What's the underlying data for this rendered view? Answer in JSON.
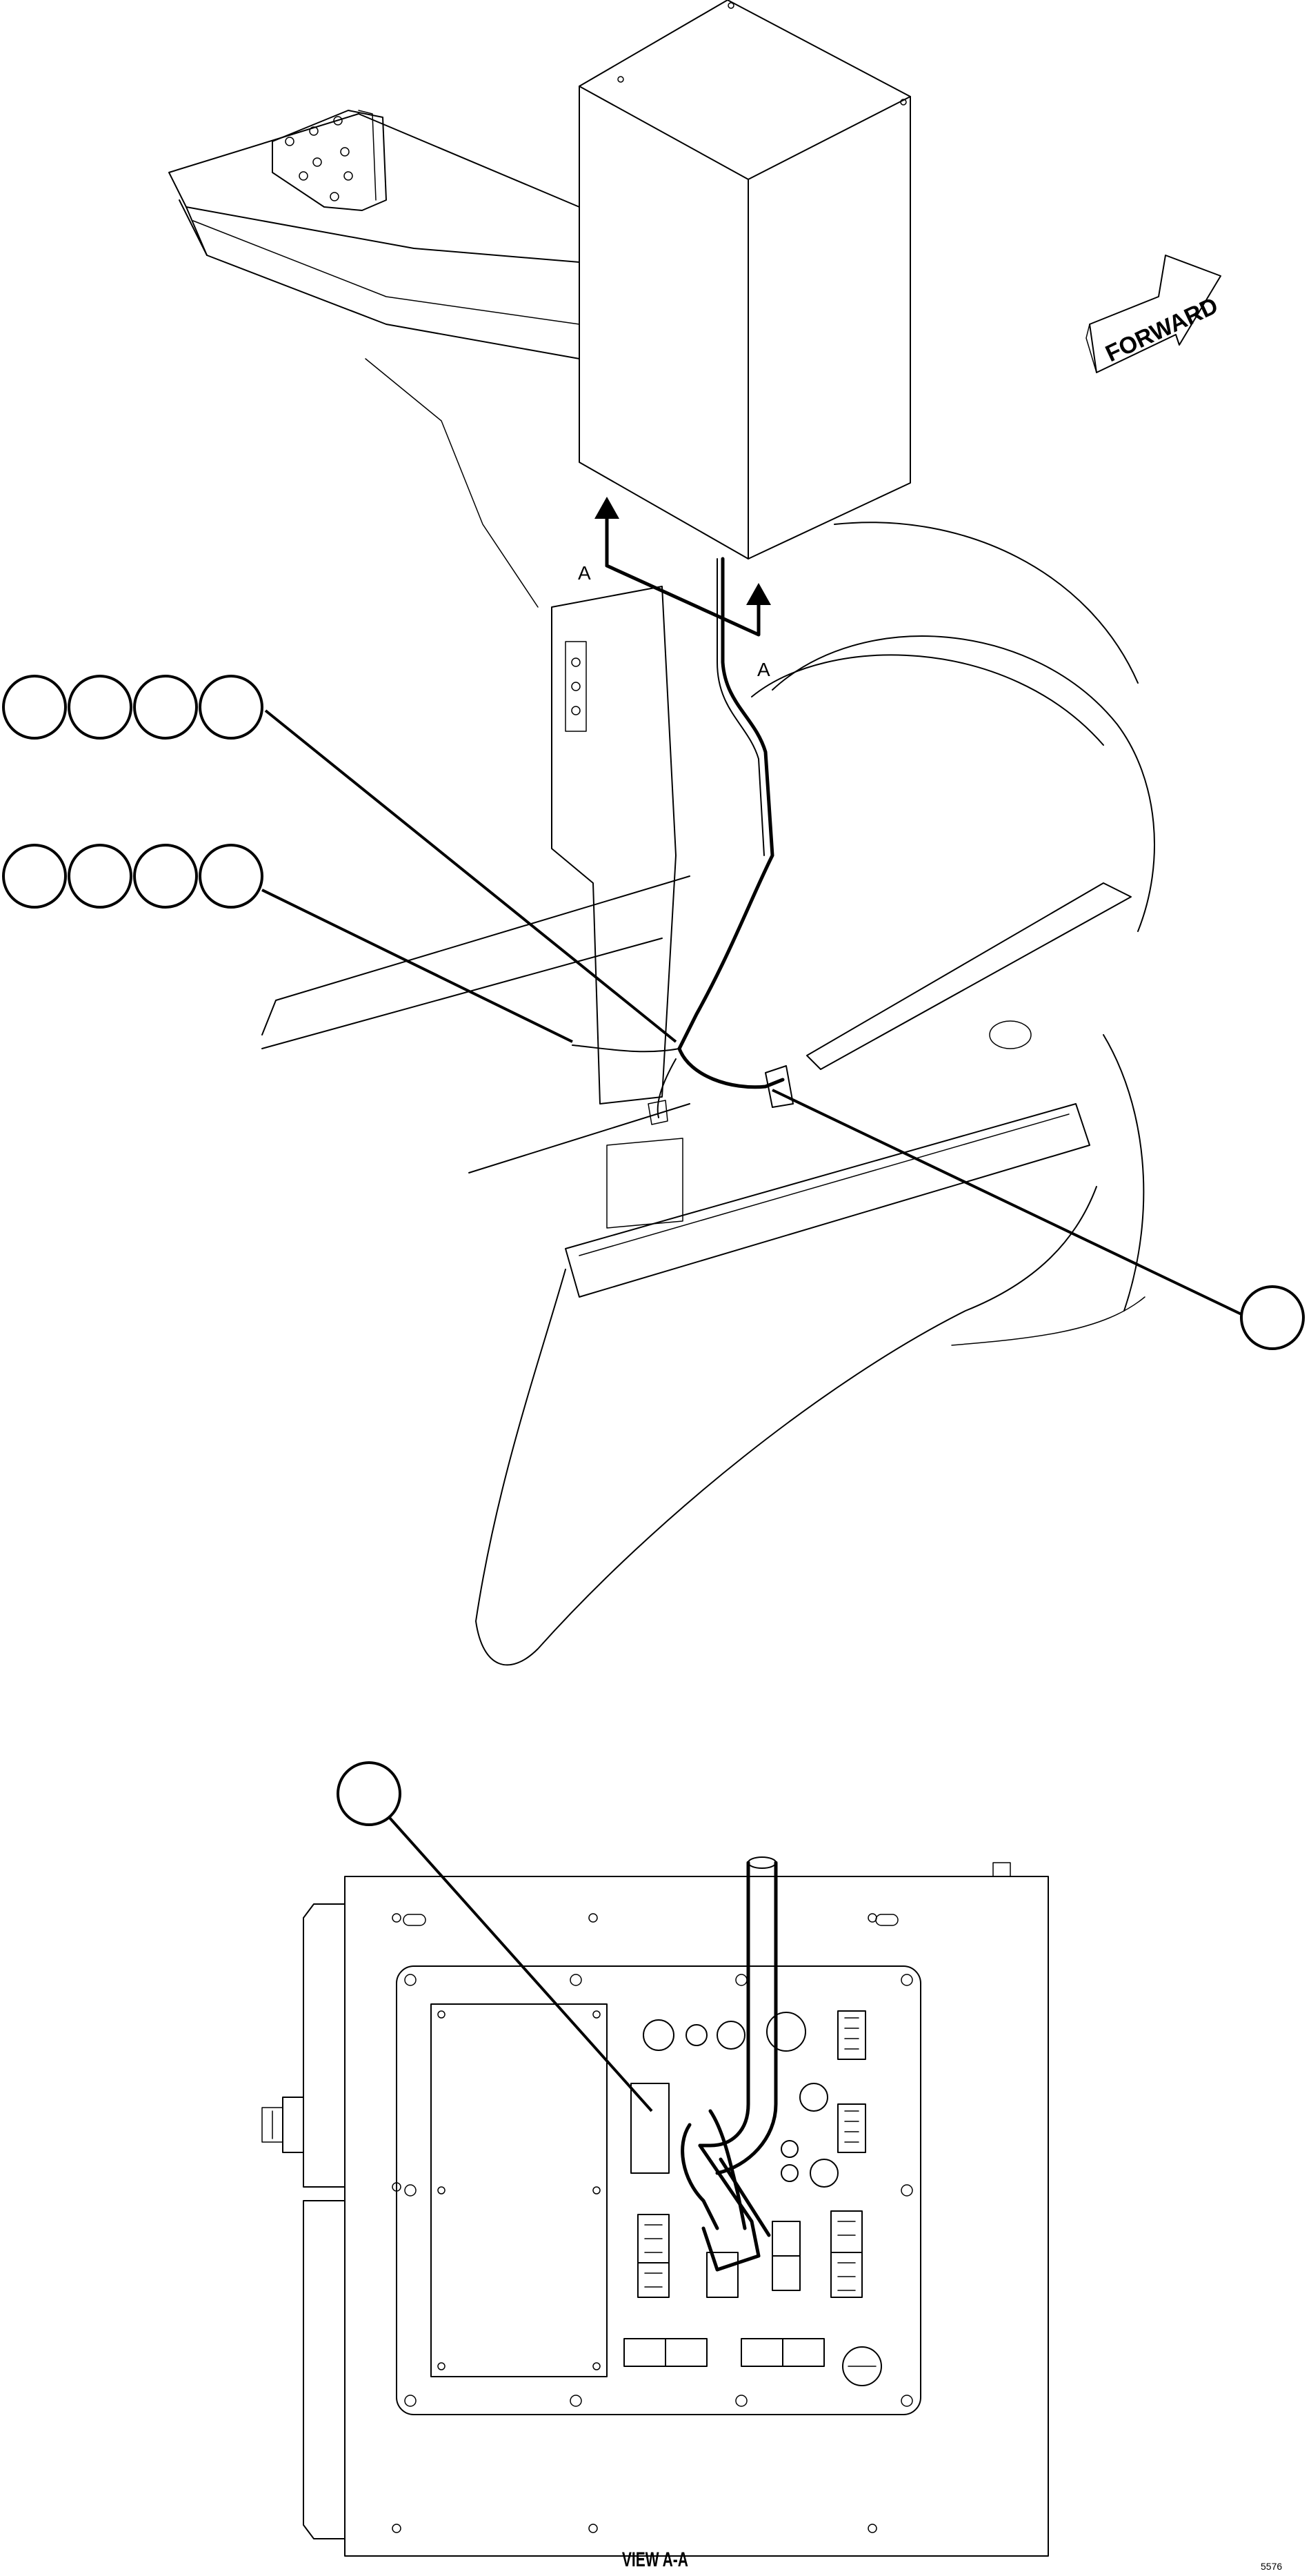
{
  "figure": {
    "forward_label": "FORWARD",
    "section_marker_left": "A",
    "section_marker_right": "A",
    "view_caption": "VIEW A-A",
    "figure_number": "5576"
  },
  "callouts": {
    "group_top": [
      "",
      "",
      "",
      ""
    ],
    "group_middle": [
      "",
      "",
      "",
      ""
    ],
    "right_callout": "",
    "view_callout": ""
  },
  "colors": {
    "line": "#000000",
    "background": "#ffffff"
  }
}
